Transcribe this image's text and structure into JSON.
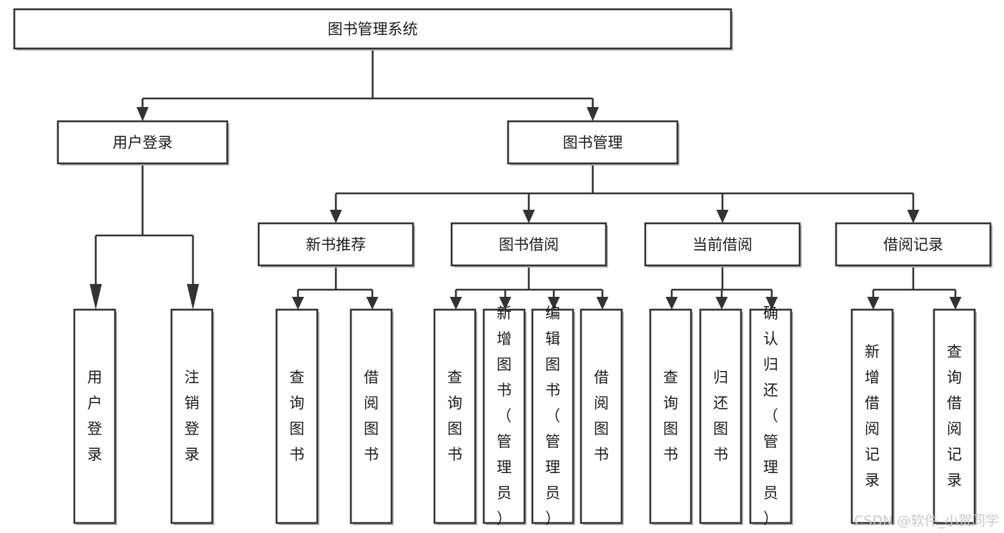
{
  "diagram": {
    "type": "tree-hierarchy",
    "title": "图书管理系统",
    "orientation": "top-down",
    "levels": 4,
    "root": {
      "id": "root",
      "label": "图书管理系统",
      "text_orientation": "horizontal"
    },
    "level2": [
      {
        "id": "user-login",
        "label": "用户登录",
        "text_orientation": "horizontal"
      },
      {
        "id": "book-manage",
        "label": "图书管理",
        "text_orientation": "horizontal"
      }
    ],
    "level3": [
      {
        "id": "new-book-recommend",
        "label": "新书推荐",
        "parent": "book-manage",
        "text_orientation": "horizontal"
      },
      {
        "id": "book-borrow",
        "label": "图书借阅",
        "parent": "book-manage",
        "text_orientation": "horizontal"
      },
      {
        "id": "current-borrow",
        "label": "当前借阅",
        "parent": "book-manage",
        "text_orientation": "horizontal"
      },
      {
        "id": "borrow-record",
        "label": "借阅记录",
        "parent": "book-manage",
        "text_orientation": "horizontal"
      }
    ],
    "leaves": [
      {
        "id": "leaf-user-login",
        "label": "用户登录",
        "parent": "user-login",
        "text_orientation": "vertical"
      },
      {
        "id": "leaf-user-logout",
        "label": "注销登录",
        "parent": "user-login",
        "text_orientation": "vertical"
      },
      {
        "id": "leaf-query-book-1",
        "label": "查询图书",
        "parent": "new-book-recommend",
        "text_orientation": "vertical"
      },
      {
        "id": "leaf-borrow-book-1",
        "label": "借阅图书",
        "parent": "new-book-recommend",
        "text_orientation": "vertical"
      },
      {
        "id": "leaf-query-book-2",
        "label": "查询图书",
        "parent": "book-borrow",
        "text_orientation": "vertical"
      },
      {
        "id": "leaf-add-book",
        "label": "新增图书（管理员）",
        "parent": "book-borrow",
        "text_orientation": "vertical"
      },
      {
        "id": "leaf-edit-book",
        "label": "编辑图书（管理员）",
        "parent": "book-borrow",
        "text_orientation": "vertical"
      },
      {
        "id": "leaf-borrow-book-2",
        "label": "借阅图书",
        "parent": "book-borrow",
        "text_orientation": "vertical"
      },
      {
        "id": "leaf-query-book-3",
        "label": "查询图书",
        "parent": "current-borrow",
        "text_orientation": "vertical"
      },
      {
        "id": "leaf-return-book",
        "label": "归还图书",
        "parent": "current-borrow",
        "text_orientation": "vertical"
      },
      {
        "id": "leaf-confirm-return",
        "label": "确认归还（管理员）",
        "parent": "current-borrow",
        "text_orientation": "vertical"
      },
      {
        "id": "leaf-add-record",
        "label": "新增借阅记录",
        "parent": "borrow-record",
        "text_orientation": "vertical"
      },
      {
        "id": "leaf-query-record",
        "label": "查询借阅记录",
        "parent": "borrow-record",
        "text_orientation": "vertical"
      }
    ]
  },
  "watermark": {
    "text": "CSDN @软件_小贺同学"
  },
  "colors": {
    "background": "#ffffff",
    "box_fill": "#ffffff",
    "box_stroke": "#333333",
    "connector": "#333333",
    "text": "#1b1b1b",
    "watermark": "#c9c9c9",
    "box_shadow": "#b8b8b8"
  }
}
